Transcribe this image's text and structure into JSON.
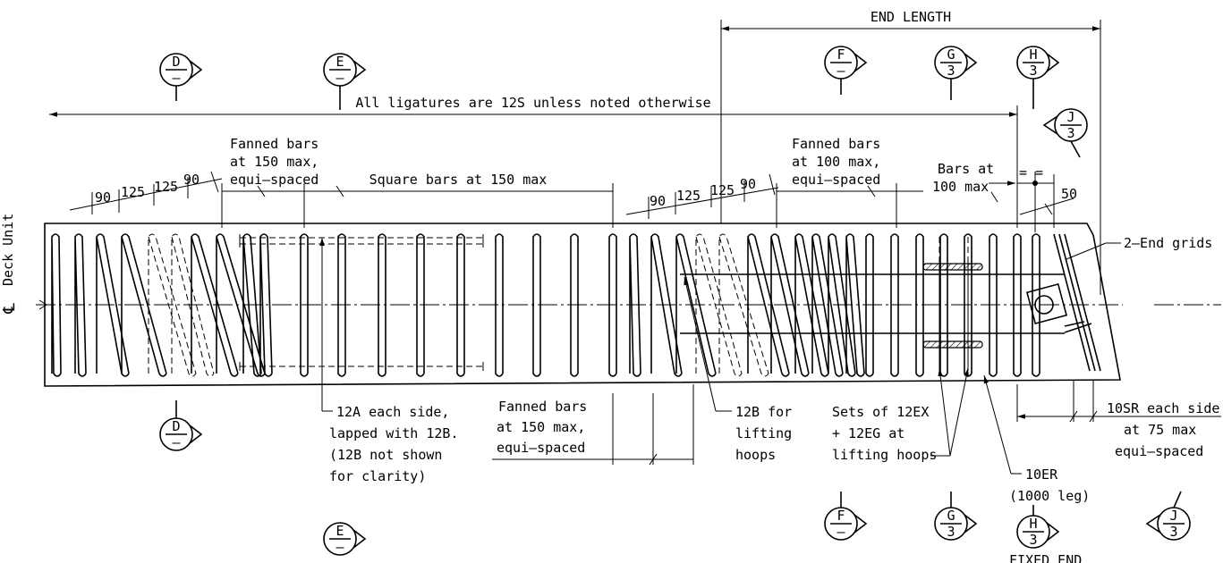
{
  "labels": {
    "end_length": "END LENGTH",
    "all_ligatures": "All ligatures are 12S unless noted otherwise",
    "fanned_150_top": [
      "Fanned bars",
      "at 150 max,",
      "equi–spaced"
    ],
    "square_bars": "Square bars at 150 max",
    "fanned_100": [
      "Fanned bars",
      "at 100 max,",
      "equi–spaced"
    ],
    "bars_at_100": [
      "Bars at",
      "100 max"
    ],
    "dim_equal": "= =",
    "dim_50": "50",
    "dims_left": [
      "90",
      "125",
      "125",
      "90"
    ],
    "dims_mid": [
      "90",
      "125",
      "125",
      "90"
    ],
    "end_grids": "2–End grids",
    "deck_unit": "Deck Unit",
    "cl_symbol": "℄",
    "bar_12A": [
      "12A each side,",
      "lapped with 12B.",
      "(12B not shown",
      "for clarity)"
    ],
    "fanned_150_bottom": [
      "Fanned bars",
      "at 150 max,",
      "equi–spaced"
    ],
    "bar_12B": [
      "12B for",
      "lifting",
      "hoops"
    ],
    "sets_12EX": [
      "Sets of 12EX",
      "+ 12EG at",
      "lifting hoops"
    ],
    "bar_10ER": [
      "10ER",
      "(1000 leg)"
    ],
    "bar_10SR": [
      "10SR each side",
      "at 75 max",
      "equi–spaced"
    ],
    "fixed_end": "FIXED END"
  },
  "sections": [
    {
      "id": "D",
      "number": "–"
    },
    {
      "id": "E",
      "number": "–"
    },
    {
      "id": "F",
      "number": "–"
    },
    {
      "id": "G",
      "number": "3"
    },
    {
      "id": "H",
      "number": "3"
    },
    {
      "id": "J",
      "number": "3"
    },
    {
      "id": "D",
      "number": "–"
    },
    {
      "id": "E",
      "number": "–"
    },
    {
      "id": "F",
      "number": "–"
    },
    {
      "id": "G",
      "number": "3"
    },
    {
      "id": "H",
      "number": "3"
    },
    {
      "id": "J",
      "number": "3"
    }
  ]
}
